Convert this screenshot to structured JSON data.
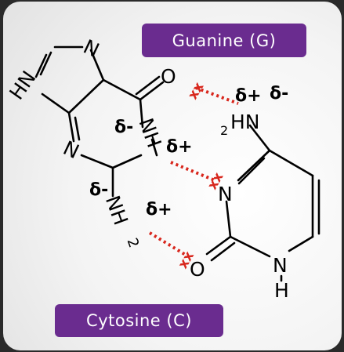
{
  "labels": {
    "guanine": "Guanine (G)",
    "cytosine": "Cytosine (C)"
  },
  "atoms": {
    "N": "N",
    "O": "O",
    "H": "H",
    "NH": "NH",
    "HN": "HN",
    "HNrot": "HN",
    "NH2": "NH",
    "sub2": "2"
  },
  "deltas": {
    "g_n1": "δ-",
    "g_h1": "δ+",
    "g_n2": "δ-",
    "g_h2": "δ+",
    "c_h": "δ+",
    "c_n": "δ-"
  },
  "hbond_marker": "xx",
  "colors": {
    "badge": "#6a2c8f",
    "hbond": "#d8261c"
  }
}
